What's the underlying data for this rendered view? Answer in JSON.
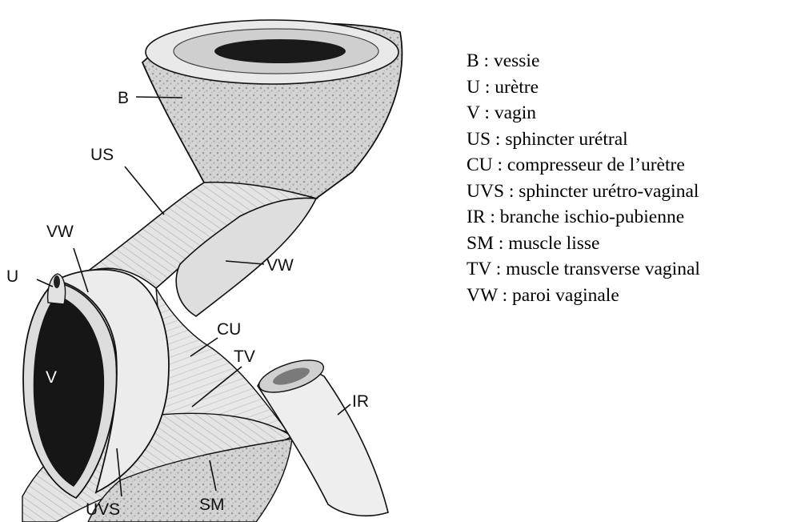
{
  "diagram_labels": {
    "b": "B",
    "us": "US",
    "vw_left": "VW",
    "vw_right": "VW",
    "u": "U",
    "v": "V",
    "cu": "CU",
    "tv": "TV",
    "ir": "IR",
    "uvs": "UVS",
    "sm": "SM"
  },
  "legend": [
    "B : vessie",
    "U : urètre",
    "V : vagin",
    "US : sphincter urétral",
    "CU : compresseur de l’urètre",
    "UVS : sphincter urétro-vaginal",
    "IR : branche ischio-pubienne",
    "SM : muscle lisse",
    "TV : muscle transverse vaginal",
    "VW : paroi vaginale"
  ],
  "colors": {
    "line": "#111111",
    "tissue_light": "#eeeeee",
    "tissue_mid": "#dadada",
    "tissue_dark": "#c2c2c2",
    "cavity": "#161616",
    "background": "#ffffff"
  }
}
